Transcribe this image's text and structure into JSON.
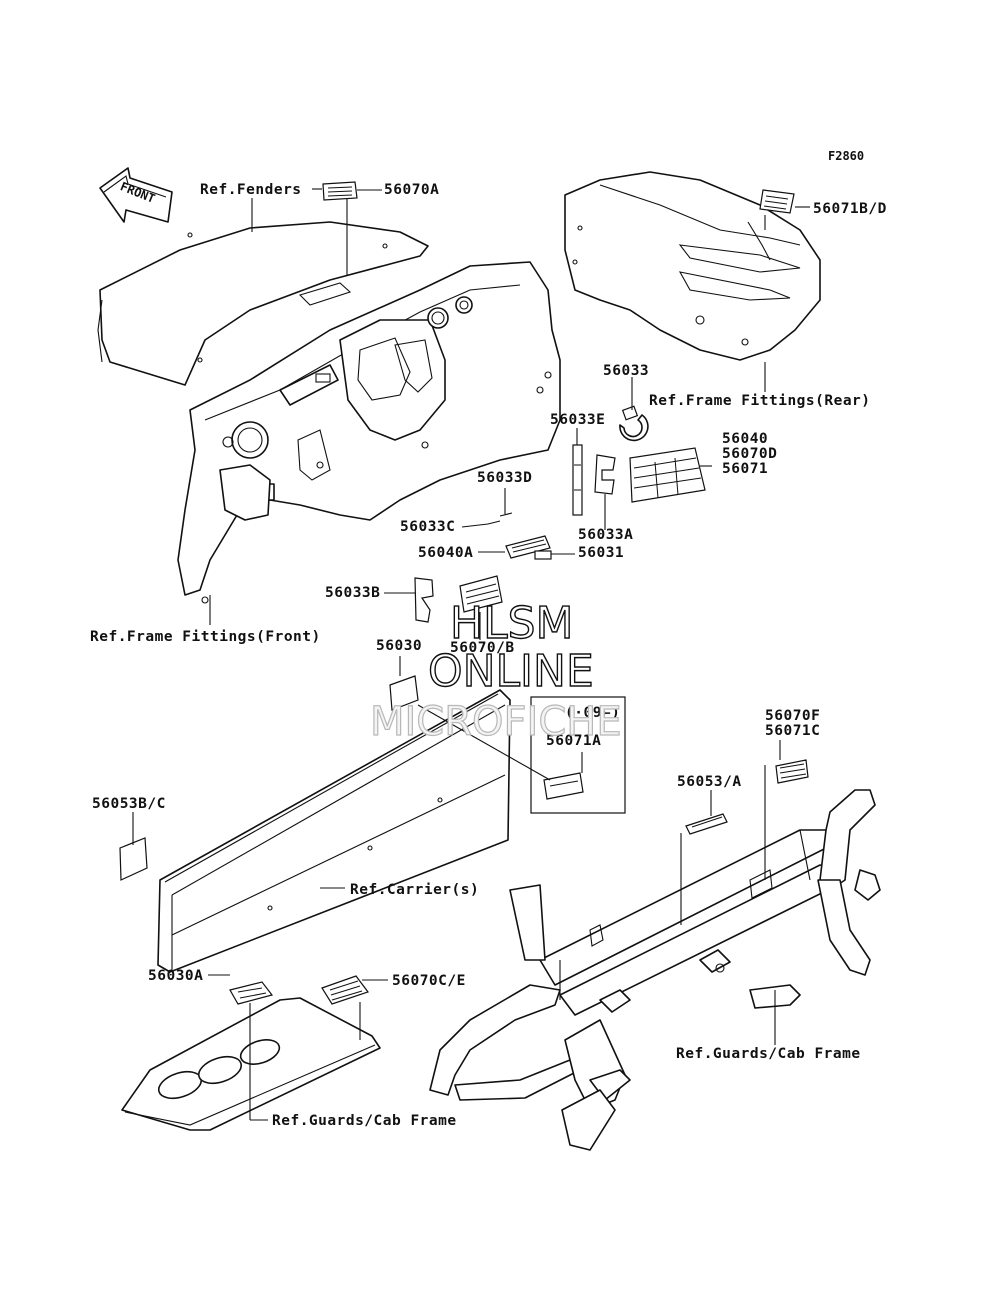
{
  "figure_code": "F2860",
  "front_arrow_label": "FRONT",
  "labels": {
    "ref_fenders": "Ref.Fenders",
    "p56070A": "56070A",
    "p56071BD": "56071B/D",
    "p56033": "56033",
    "ref_frame_rear": "Ref.Frame Fittings(Rear)",
    "p56033E": "56033E",
    "p56040": "56040",
    "p56070D": "56070D",
    "p56071": "56071",
    "p56033D": "56033D",
    "p56033C": "56033C",
    "p56033A": "56033A",
    "p56040A": "56040A",
    "p56031": "56031",
    "p56033B": "56033B",
    "ref_frame_front": "Ref.Frame Fittings(Front)",
    "p56030": "56030",
    "p56070B": "56070/B",
    "sn_note": "(·09←)",
    "p56071A": "56071A",
    "p56070F": "56070F",
    "p56071C": "56071C",
    "p56053A": "56053/A",
    "p56053BC": "56053B/C",
    "ref_carrier": "Ref.Carrier(s)",
    "p56030A": "56030A",
    "p56070CE": "56070C/E",
    "ref_guards_right": "Ref.Guards/Cab Frame",
    "ref_guards_left": "Ref.Guards/Cab Frame"
  },
  "watermark": {
    "line1": "HLSM",
    "line2": "ONLINE",
    "line3": "MICROFICHE"
  }
}
